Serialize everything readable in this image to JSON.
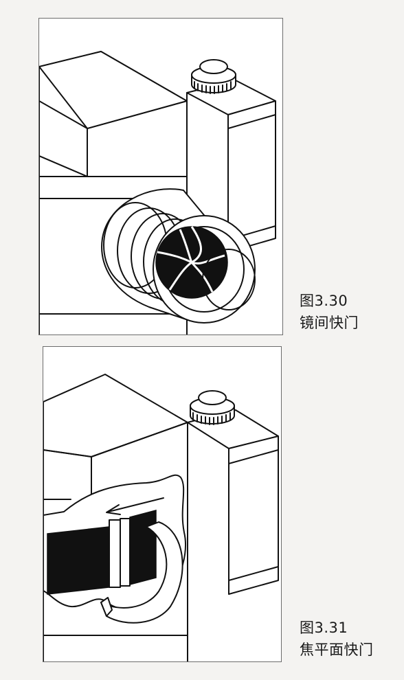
{
  "figures": [
    {
      "caption_number": "图3.30",
      "caption_title": "镜间快门",
      "illustration": "camera-with-leaf-shutter-lens-icon"
    },
    {
      "caption_number": "图3.31",
      "caption_title": "焦平面快门",
      "illustration": "camera-with-focal-plane-shutter-cutaway-icon"
    }
  ],
  "colors": {
    "page_background": "#f4f3f1",
    "frame_border": "#6b6b6b",
    "ink": "#111111"
  }
}
